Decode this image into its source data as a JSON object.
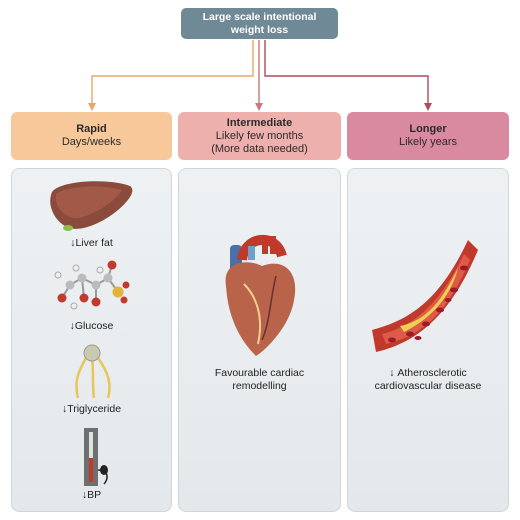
{
  "top": {
    "line1": "Large scale intentional",
    "line2": "weight loss"
  },
  "columns": [
    {
      "title": "Rapid",
      "subtitle": "Days/weeks",
      "color": "#f7c89a"
    },
    {
      "title": "Intermediate",
      "subtitle": "Likely few months",
      "subtitle2": "(More data needed)",
      "color": "#eeb0ac"
    },
    {
      "title": "Longer",
      "subtitle": "Likely years",
      "color": "#d98aa0"
    }
  ],
  "rapid_items": [
    {
      "label": "Liver fat"
    },
    {
      "label": "Glucose"
    },
    {
      "label": "Triglyceride"
    },
    {
      "label": "BP"
    }
  ],
  "intermediate_item": {
    "line1": "Favourable cardiac",
    "line2": "remodelling"
  },
  "longer_item": {
    "line1": "Atherosclerotic",
    "line2": "cardiovascular disease"
  },
  "colors": {
    "top": "#6f8a96",
    "arrow_left": "#e9a56a",
    "arrow_mid": "#c9787b",
    "arrow_right": "#b04a5e"
  }
}
